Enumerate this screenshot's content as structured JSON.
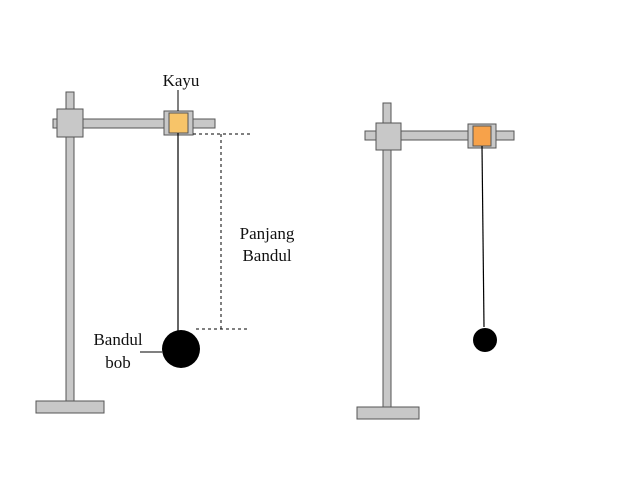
{
  "labels": {
    "wood": "Kayu",
    "length_line1": "Panjang",
    "length_line2": "Bandul",
    "bob_line1": "Bandul",
    "bob_line2": "bob"
  },
  "colors": {
    "frame_fill": "#c8c8c8",
    "frame_stroke": "#555555",
    "wood_left": "#f7c469",
    "wood_right": "#f7a24a",
    "bob": "#000000",
    "string": "#000000"
  }
}
